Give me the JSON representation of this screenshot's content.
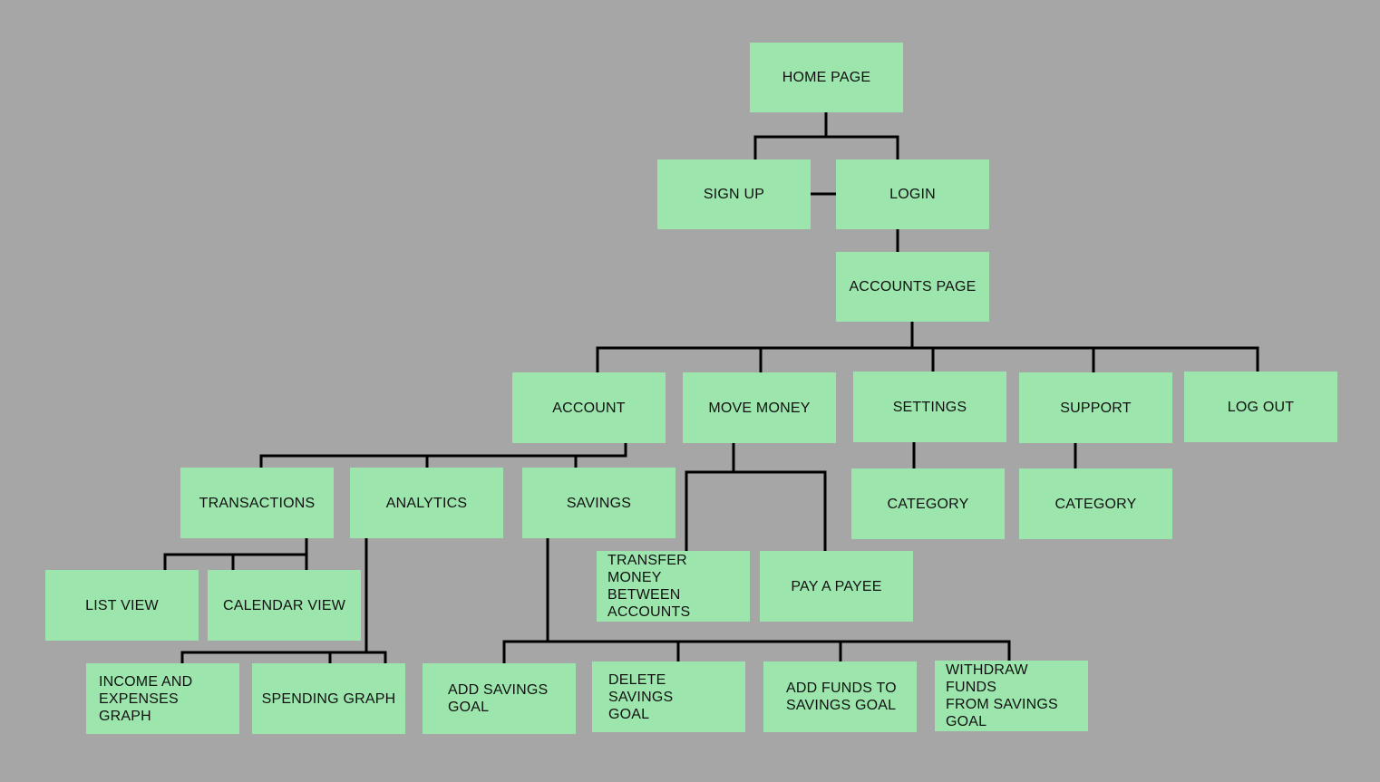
{
  "colors": {
    "background": "#a6a6a6",
    "node_fill": "#9ce6ad",
    "line": "#000000",
    "text": "#111111"
  },
  "nodes": {
    "home_page": "HOME PAGE",
    "sign_up": "SIGN UP",
    "login": "LOGIN",
    "accounts_page": "ACCOUNTS PAGE",
    "account": "ACCOUNT",
    "move_money": "MOVE MONEY",
    "settings": "SETTINGS",
    "support": "SUPPORT",
    "log_out": "LOG OUT",
    "transactions": "TRANSACTIONS",
    "analytics": "ANALYTICS",
    "savings": "SAVINGS",
    "settings_category": "CATEGORY",
    "support_category": "CATEGORY",
    "list_view": "LIST VIEW",
    "calendar_view": "CALENDAR VIEW",
    "transfer_money": "TRANSFER MONEY\nBETWEEN\nACCOUNTS",
    "pay_a_payee": "PAY A PAYEE",
    "income_expenses_graph": "INCOME AND\nEXPENSES GRAPH",
    "spending_graph": "SPENDING GRAPH",
    "add_savings_goal": "ADD SAVINGS\nGOAL",
    "delete_savings_goal": "DELETE SAVINGS\nGOAL",
    "add_funds": "ADD FUNDS TO\nSAVINGS GOAL",
    "withdraw_funds": "WITHDRAW FUNDS\nFROM SAVINGS\nGOAL"
  }
}
